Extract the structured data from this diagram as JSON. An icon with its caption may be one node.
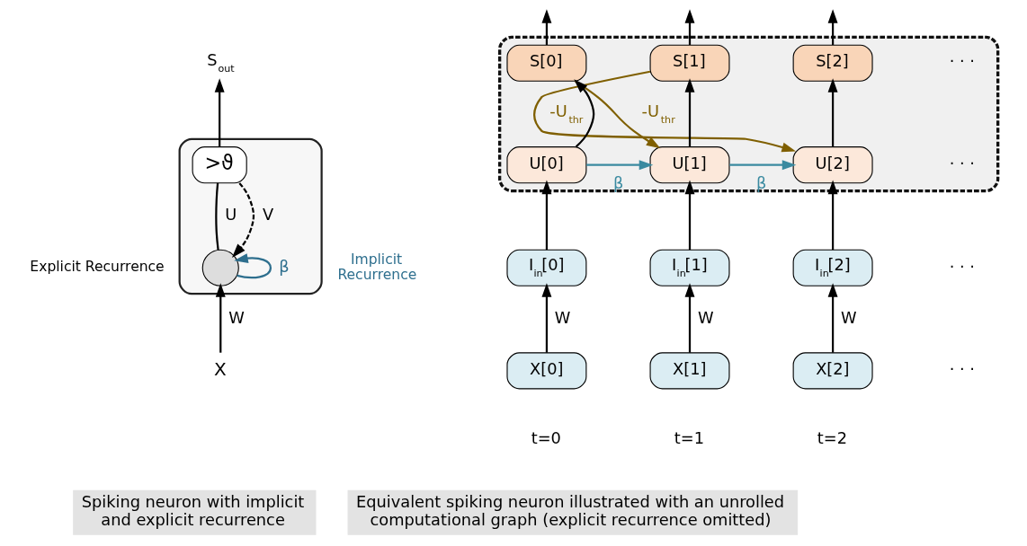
{
  "diagram": {
    "nodes": [
      {
        "text": [],
        "shape": "box"
      },
      {
        "text": [
          ">ϑ"
        ],
        "in": 0
      },
      {
        "text": [],
        "shape": "circle",
        "in": 0
      },
      {
        "text": [
          "S$_{out}$"
        ]
      },
      {
        "text": [
          "X"
        ]
      },
      {
        "text": [
          "Spiking neuron with implicit and explicit recurrence"
        ]
      },
      {
        "text": [],
        "shape": "box"
      },
      {
        "text": [
          "S[0]"
        ],
        "in": 6
      },
      {
        "text": [
          "S[1]"
        ],
        "in": 6
      },
      {
        "text": [
          "S[2]"
        ],
        "in": 6
      },
      {
        "text": [
          "U[0]"
        ],
        "in": 6
      },
      {
        "text": [
          "U[1]"
        ],
        "in": 6
      },
      {
        "text": [
          "U[2]"
        ],
        "in": 6
      },
      {
        "text": [
          "I$_{in}$[0]"
        ]
      },
      {
        "text": [
          "I$_{in}$[1]"
        ]
      },
      {
        "text": [
          "I$_{in}$[2]"
        ]
      },
      {
        "text": [
          "X[0]"
        ]
      },
      {
        "text": [
          "X[1]"
        ]
      },
      {
        "text": [
          "X[2]"
        ]
      },
      {
        "text": [
          "Equivalent spiking neuron illustrated with an unrolled computational graph (explicit recurrence omitted)"
        ]
      }
    ],
    "edges": [
      {
        "from": 4,
        "to": 2,
        "arrow": "to",
        "label": "W"
      },
      {
        "from": 2,
        "to": 1,
        "arrow": "none",
        "label": "U"
      },
      {
        "from": 1,
        "to": 3,
        "arrow": "to"
      },
      {
        "from": 1,
        "to": 2,
        "arrow": "to",
        "label": "V",
        "style": "dashed"
      },
      {
        "from": 2,
        "to": 2,
        "arrow": "to",
        "label": "β",
        "color": "#2e6f8e"
      },
      {
        "from": 7,
        "to": null,
        "arrow": "to"
      },
      {
        "from": 8,
        "to": null,
        "arrow": "to"
      },
      {
        "from": 9,
        "to": null,
        "arrow": "to"
      },
      {
        "from": 10,
        "to": 7,
        "arrow": "to"
      },
      {
        "from": 11,
        "to": 8,
        "arrow": "to"
      },
      {
        "from": 12,
        "to": 9,
        "arrow": "to"
      },
      {
        "from": 13,
        "to": 10,
        "arrow": "to"
      },
      {
        "from": 14,
        "to": 11,
        "arrow": "to"
      },
      {
        "from": 15,
        "to": 12,
        "arrow": "to"
      },
      {
        "from": 16,
        "to": 13,
        "arrow": "to",
        "label": "W"
      },
      {
        "from": 17,
        "to": 14,
        "arrow": "to",
        "label": "W"
      },
      {
        "from": 18,
        "to": 15,
        "arrow": "to",
        "label": "W"
      },
      {
        "from": 10,
        "to": 11,
        "arrow": "to",
        "label": "β",
        "color": "#3a8aa0"
      },
      {
        "from": 11,
        "to": 12,
        "arrow": "to",
        "label": "β",
        "color": "#3a8aa0"
      },
      {
        "from": 7,
        "to": 11,
        "arrow": "to",
        "label": "-U$_{thr}$",
        "color": "#7f5f00"
      },
      {
        "from": 8,
        "to": 12,
        "arrow": "to",
        "label": "-U$_{thr}$",
        "color": "#7f5f00"
      }
    ],
    "labels": [
      "Explicit Recurrence",
      "Implicit Recurrence",
      "· · ·",
      "· · ·",
      "· · ·",
      "· · ·",
      "t=0",
      "t=1",
      "t=2"
    ]
  }
}
